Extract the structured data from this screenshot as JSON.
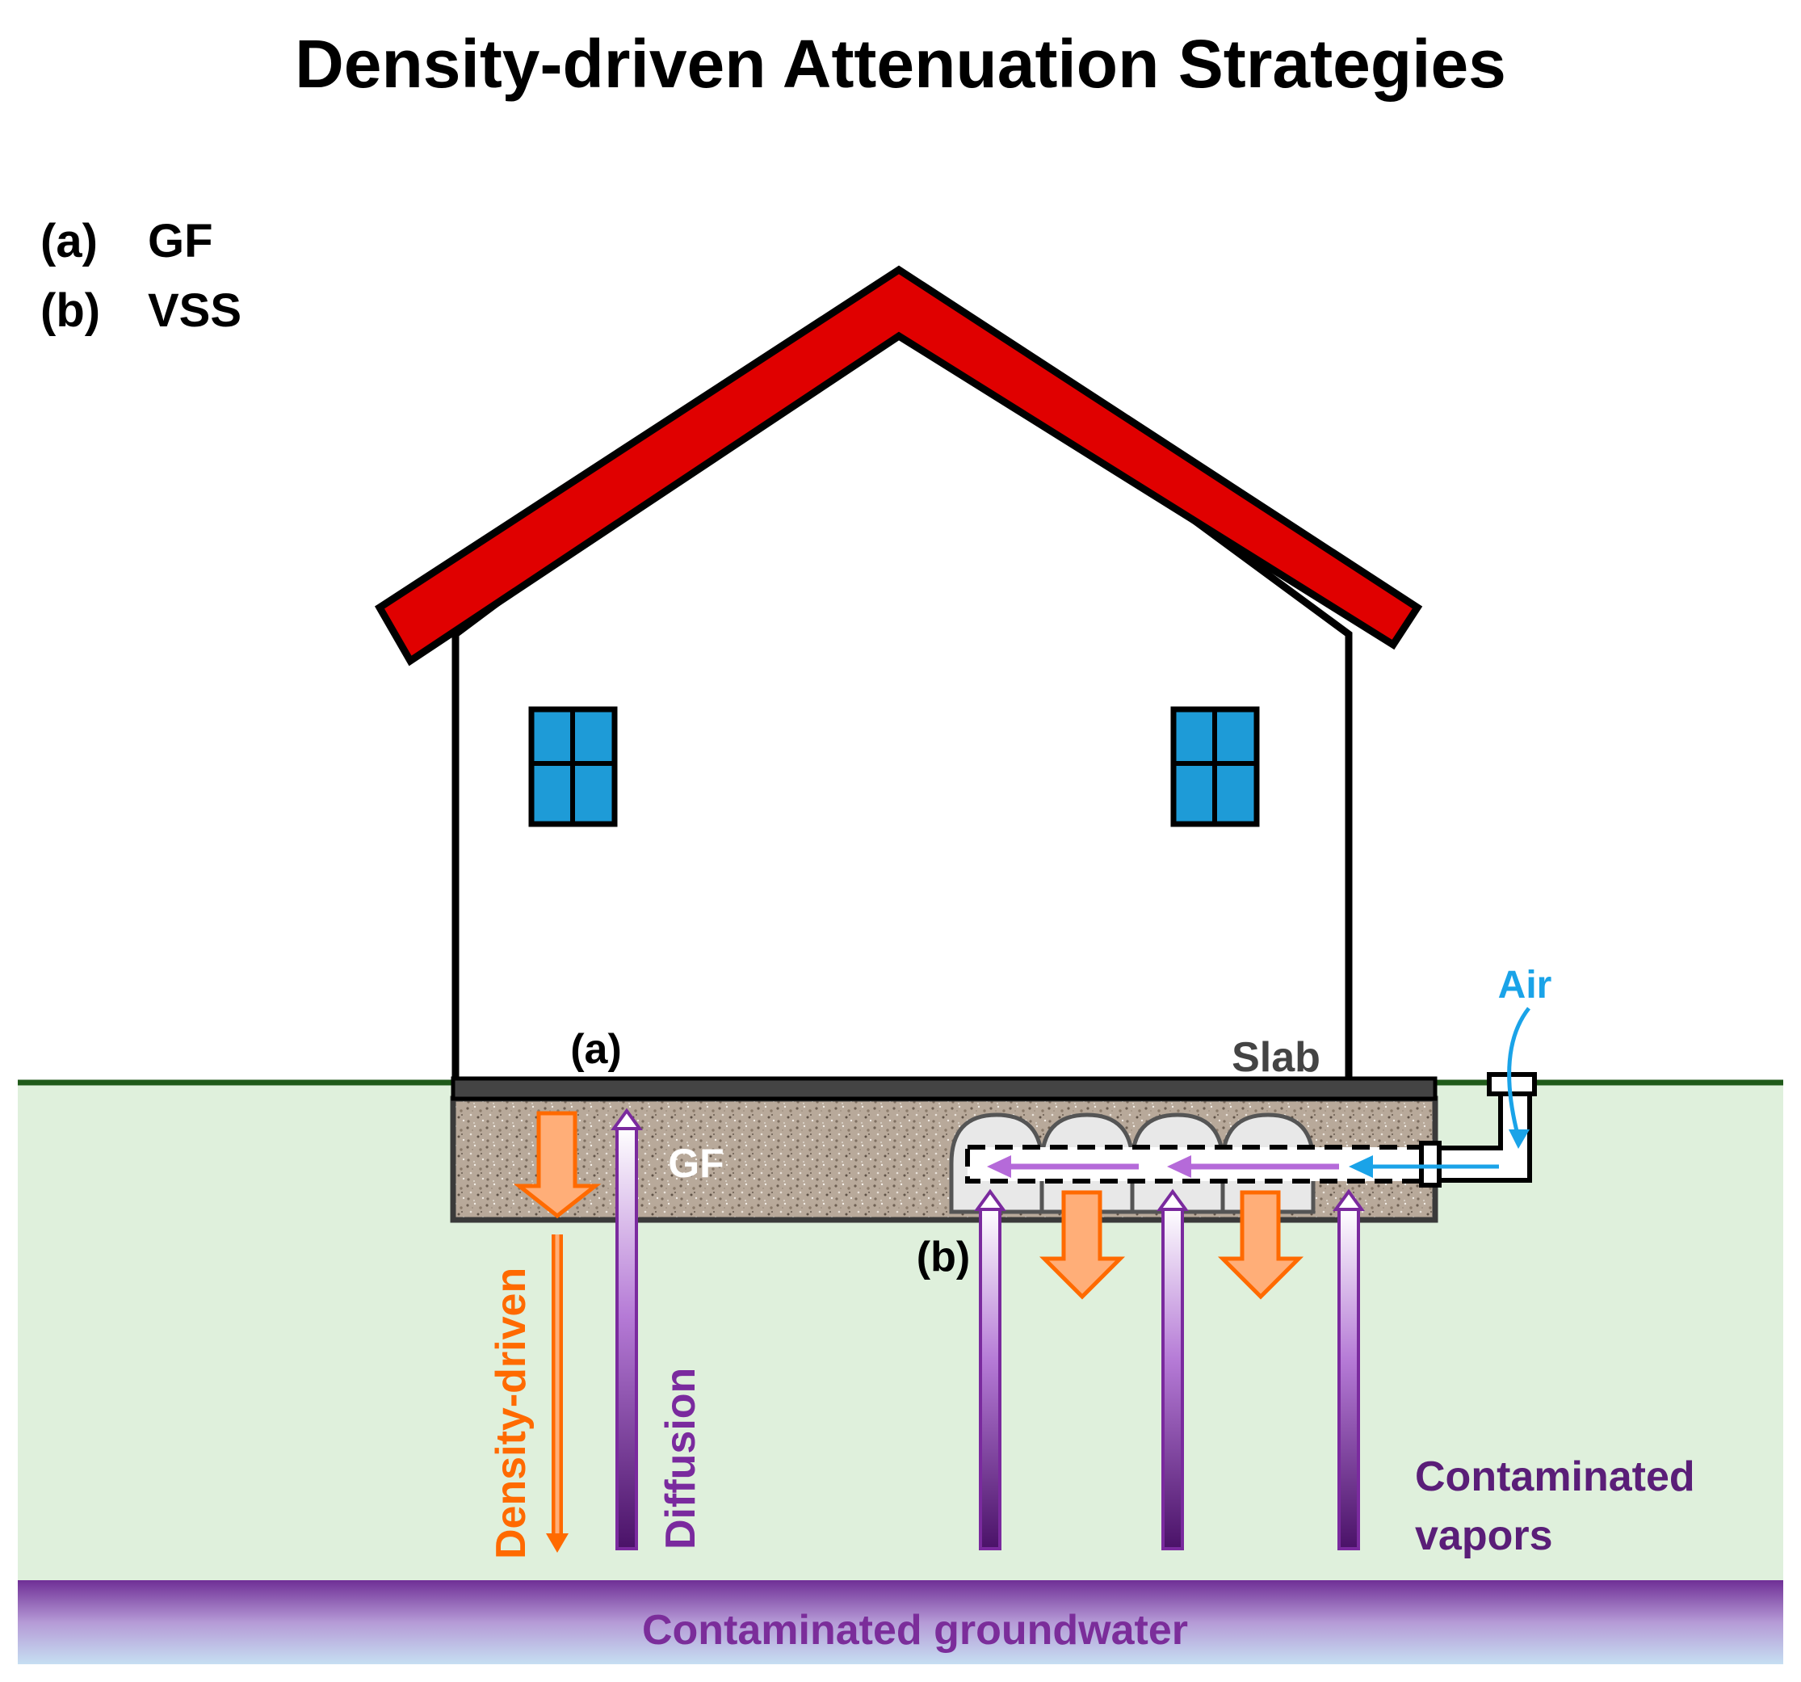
{
  "title": "Density-driven Attenuation Strategies",
  "legend": [
    {
      "key": "(a)",
      "label": "GF"
    },
    {
      "key": "(b)",
      "label": "VSS"
    }
  ],
  "labels": {
    "a_marker": "(a)",
    "b_marker": "(b)",
    "slab": "Slab",
    "gf": "GF",
    "air": "Air",
    "density_driven": "Density-driven",
    "diffusion": "Diffusion",
    "contaminated_vapors_line1": "Contaminated",
    "contaminated_vapors_line2": "vapors",
    "groundwater": "Contaminated groundwater"
  },
  "colors": {
    "roof": "#e00000",
    "window": "#1e9bd7",
    "ground": "#dff0dc",
    "ground_line": "#1f5a1a",
    "density_arrow": "#ff6a00",
    "density_fill": "#ffae78",
    "diffusion": "#7a2a9e",
    "air": "#1aa3e8",
    "vapors_text": "#5a1e78",
    "groundwater_text": "#7b2d9a",
    "slab_text": "#444444"
  },
  "icons": {
    "house": "house-icon",
    "window": "window-icon",
    "vent": "vent-pipe-icon"
  }
}
